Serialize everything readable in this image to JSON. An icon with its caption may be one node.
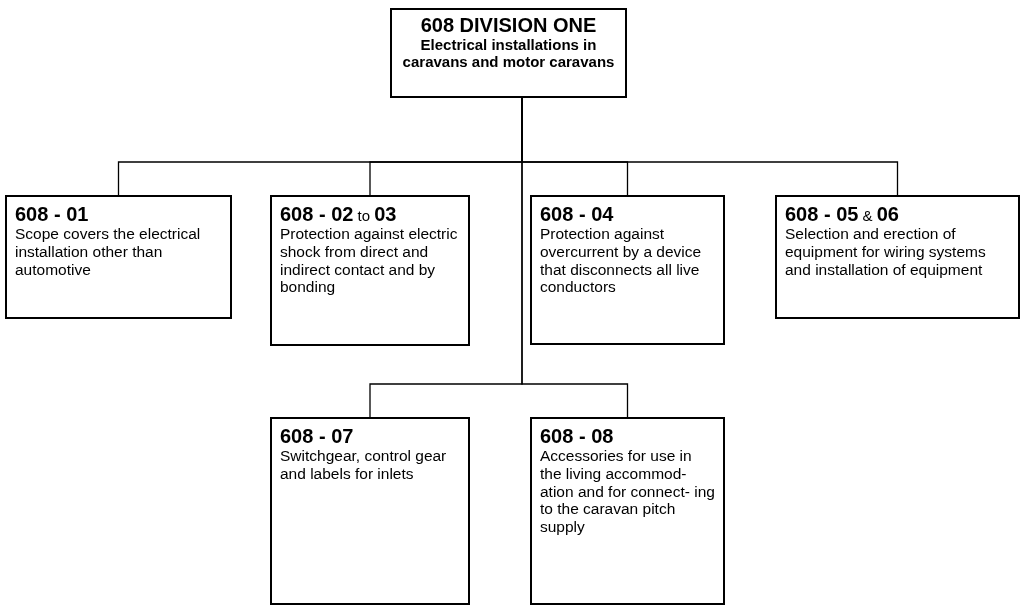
{
  "diagram": {
    "nodes": [
      {
        "text": [
          "608  DIVISION ONE",
          "Electrical installations in caravans and motor caravans"
        ]
      },
      {
        "text": [
          "**608 - 01**",
          "Scope covers the electrical installation other than automotive"
        ]
      },
      {
        "text": [
          "**608 - 02** to **03**",
          "Protection against electric shock from direct and indirect contact and by bonding"
        ]
      },
      {
        "text": [
          "**608 - 04**",
          "Protection against overcurrent by a device that disconnects all live conductors"
        ]
      },
      {
        "text": [
          "**608 - 05** & **06**",
          "Selection and erection of equipment for wiring systems and installation of equipment"
        ]
      },
      {
        "text": [
          "**608 - 07**",
          "Switchgear, control gear and labels for inlets"
        ]
      },
      {
        "text": [
          "**608 - 08**",
          "Accessories for use in the living accommod- ation and for connect- ing to the caravan pitch supply"
        ]
      }
    ],
    "edges": [
      {
        "from": 0,
        "to": 1,
        "arrow": "none"
      },
      {
        "from": 0,
        "to": 2,
        "arrow": "none"
      },
      {
        "from": 0,
        "to": 3,
        "arrow": "none"
      },
      {
        "from": 0,
        "to": 4,
        "arrow": "none"
      },
      {
        "from": 0,
        "to": 5,
        "arrow": "none"
      },
      {
        "from": 0,
        "to": 6,
        "arrow": "none"
      }
    ]
  }
}
